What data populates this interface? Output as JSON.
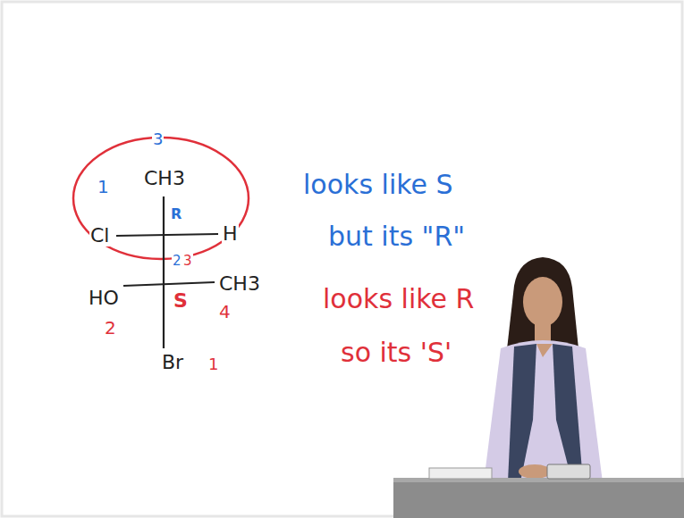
{
  "diagram": {
    "labels": [
      "3",
      "CH3",
      "1",
      "Cl",
      "R",
      "H",
      "2",
      "3",
      "HO",
      "S",
      "CH3",
      "4",
      "2",
      "Br",
      "1",
      "looks like S",
      "but its \"R\"",
      "looks like R",
      "so its 'S'"
    ]
  }
}
